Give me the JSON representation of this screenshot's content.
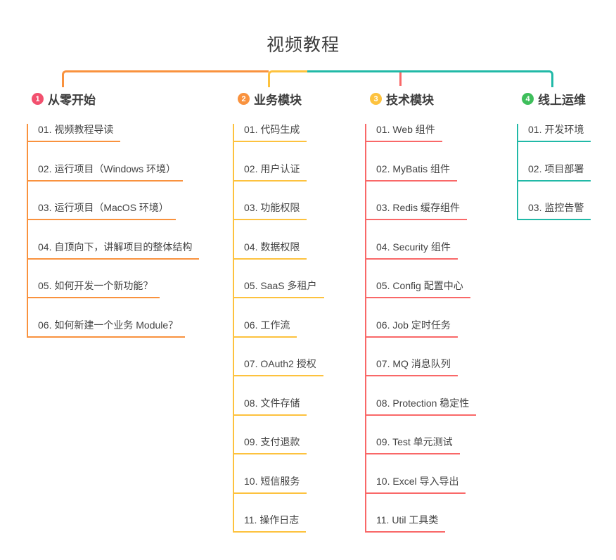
{
  "title": "视频教程",
  "branches": [
    {
      "number": "1",
      "label": "从零开始",
      "badge_color": "#F2506E",
      "line_color": "#F9923E",
      "items": [
        "01. 视频教程导读",
        "02. 运行项目（Windows 环境）",
        "03. 运行项目（MacOS 环境）",
        "04. 自顶向下，讲解项目的整体结构",
        "05. 如何开发一个新功能？",
        "06. 如何新建一个业务 Module？"
      ]
    },
    {
      "number": "2",
      "label": "业务模块",
      "badge_color": "#F9923E",
      "line_color": "#FDC23E",
      "items": [
        "01. 代码生成",
        "02. 用户认证",
        "03. 功能权限",
        "04. 数据权限",
        "05. SaaS 多租户",
        "06. 工作流",
        "07. OAuth2 授权",
        "08. 文件存储",
        "09. 支付退款",
        "10. 短信服务",
        "11. 操作日志"
      ]
    },
    {
      "number": "3",
      "label": "技术模块",
      "badge_color": "#FDC23E",
      "line_color": "#F96868",
      "items": [
        "01. Web 组件",
        "02. MyBatis 组件",
        "03. Redis 缓存组件",
        "04. Security 组件",
        "05. Config 配置中心",
        "06. Job 定时任务",
        "07. MQ 消息队列",
        "08. Protection 稳定性",
        "09. Test 单元测试",
        "10. Excel 导入导出",
        "11. Util 工具类"
      ]
    },
    {
      "number": "4",
      "label": "线上运维",
      "badge_color": "#3EBE5B",
      "line_color": "#21B9A7",
      "items": [
        "01. 开发环境",
        "02. 项目部署",
        "03. 监控告警"
      ]
    }
  ]
}
